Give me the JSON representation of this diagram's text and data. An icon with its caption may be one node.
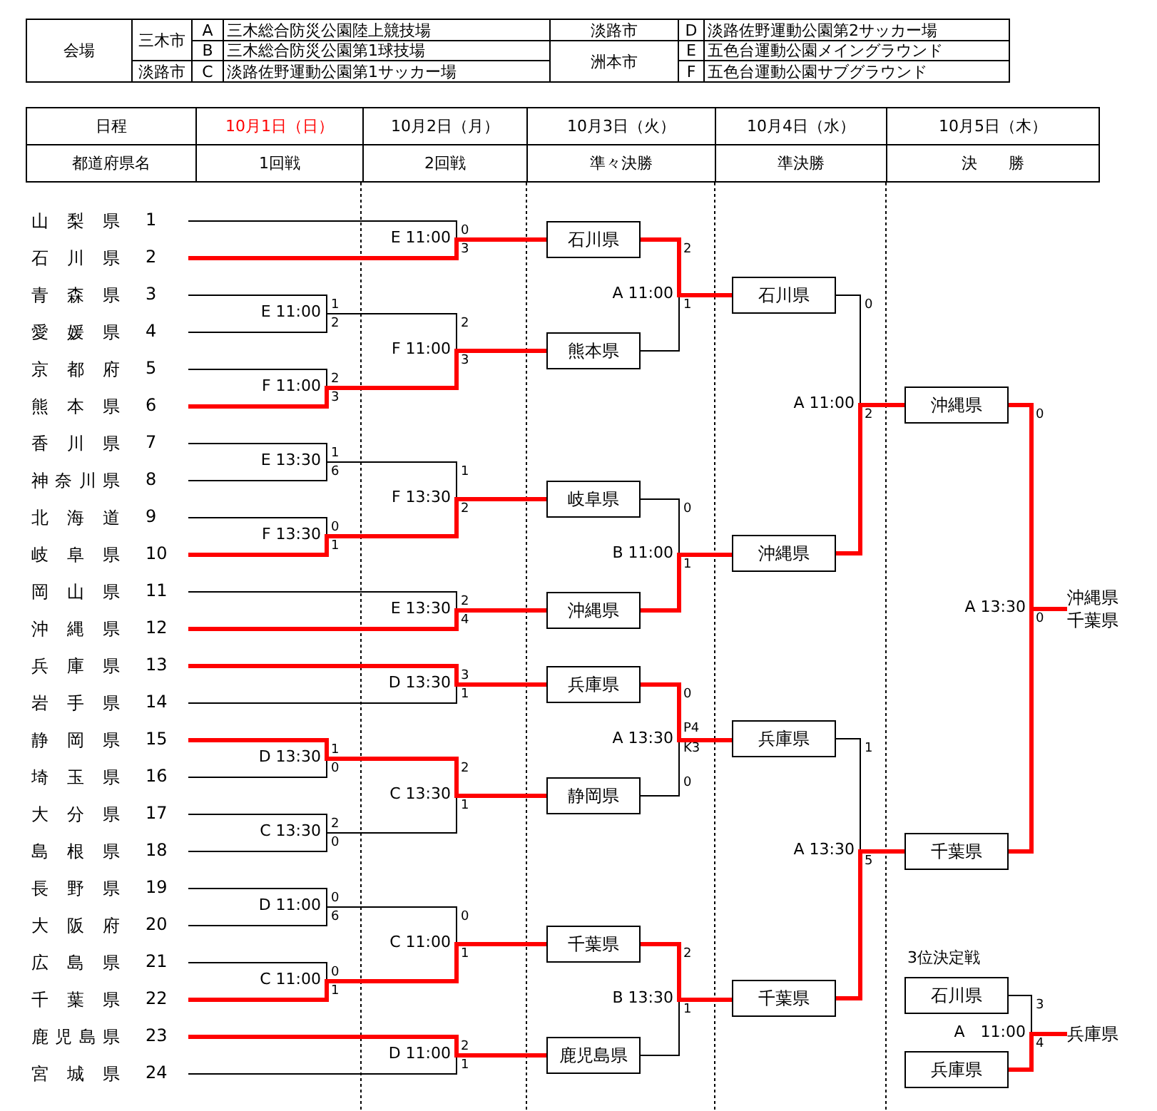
{
  "diagram": {
    "nodes": [
      {
        "text": [
          "山梨県",
          "1"
        ]
      },
      {
        "text": [
          "石川県",
          "2"
        ]
      },
      {
        "text": [
          "青森県",
          "3"
        ]
      },
      {
        "text": [
          "愛媛県",
          "4"
        ]
      },
      {
        "text": [
          "京都府",
          "5"
        ]
      },
      {
        "text": [
          "熊本県",
          "6"
        ]
      },
      {
        "text": [
          "香川県",
          "7"
        ]
      },
      {
        "text": [
          "神奈川県",
          "8"
        ]
      },
      {
        "text": [
          "北海道",
          "9"
        ]
      },
      {
        "text": [
          "岐阜県",
          "10"
        ]
      },
      {
        "text": [
          "岡山県",
          "11"
        ]
      },
      {
        "text": [
          "沖縄県",
          "12"
        ]
      },
      {
        "text": [
          "兵庫県",
          "13"
        ]
      },
      {
        "text": [
          "岩手県",
          "14"
        ]
      },
      {
        "text": [
          "静岡県",
          "15"
        ]
      },
      {
        "text": [
          "埼玉県",
          "16"
        ]
      },
      {
        "text": [
          "大分県",
          "17"
        ]
      },
      {
        "text": [
          "島根県",
          "18"
        ]
      },
      {
        "text": [
          "長野県",
          "19"
        ]
      },
      {
        "text": [
          "大阪府",
          "20"
        ]
      },
      {
        "text": [
          "広島県",
          "21"
        ]
      },
      {
        "text": [
          "千葉県",
          "22"
        ]
      },
      {
        "text": [
          "鹿児島県",
          "23"
        ]
      },
      {
        "text": [
          "宮城県",
          "24"
        ]
      },
      {
        "text": [
          "石川県"
        ]
      },
      {
        "text": [
          "熊本県"
        ]
      },
      {
        "text": [
          "岐阜県"
        ]
      },
      {
        "text": [
          "沖縄県"
        ]
      },
      {
        "text": [
          "兵庫県"
        ]
      },
      {
        "text": [
          "静岡県"
        ]
      },
      {
        "text": [
          "千葉県"
        ]
      },
      {
        "text": [
          "鹿児島県"
        ]
      },
      {
        "text": [
          "石川県"
        ]
      },
      {
        "text": [
          "沖縄県"
        ]
      },
      {
        "text": [
          "兵庫県"
        ]
      },
      {
        "text": [
          "千葉県"
        ]
      },
      {
        "text": [
          "沖縄県"
        ]
      },
      {
        "text": [
          "千葉県"
        ]
      },
      {
        "text": [
          "沖縄県",
          "千葉県"
        ]
      },
      {
        "text": [
          "石川県"
        ]
      },
      {
        "text": [
          "兵庫県"
        ]
      },
      {
        "text": [
          "兵庫県"
        ]
      }
    ],
    "edges": [
      {
        "from": 0,
        "to": 24,
        "arrow": "none"
      },
      {
        "from": 1,
        "to": 24,
        "arrow": "none",
        "style": "thick",
        "color": "#ff0000"
      },
      {
        "from": 2,
        "to": 25,
        "arrow": "none"
      },
      {
        "from": 3,
        "to": 25,
        "arrow": "none"
      },
      {
        "from": 4,
        "to": 25,
        "arrow": "none"
      },
      {
        "from": 5,
        "to": 25,
        "arrow": "none",
        "style": "thick",
        "color": "#ff0000"
      },
      {
        "from": 6,
        "to": 26,
        "arrow": "none"
      },
      {
        "from": 7,
        "to": 26,
        "arrow": "none"
      },
      {
        "from": 8,
        "to": 26,
        "arrow": "none"
      },
      {
        "from": 9,
        "to": 26,
        "arrow": "none",
        "style": "thick",
        "color": "#ff0000"
      },
      {
        "from": 10,
        "to": 27,
        "arrow": "none"
      },
      {
        "from": 11,
        "to": 27,
        "arrow": "none",
        "style": "thick",
        "color": "#ff0000"
      },
      {
        "from": 12,
        "to": 28,
        "arrow": "none",
        "style": "thick",
        "color": "#ff0000"
      },
      {
        "from": 13,
        "to": 28,
        "arrow": "none"
      },
      {
        "from": 14,
        "to": 29,
        "arrow": "none",
        "style": "thick",
        "color": "#ff0000"
      },
      {
        "from": 15,
        "to": 29,
        "arrow": "none"
      },
      {
        "from": 16,
        "to": 29,
        "arrow": "none"
      },
      {
        "from": 17,
        "to": 29,
        "arrow": "none"
      },
      {
        "from": 18,
        "to": 30,
        "arrow": "none"
      },
      {
        "from": 19,
        "to": 30,
        "arrow": "none"
      },
      {
        "from": 20,
        "to": 30,
        "arrow": "none"
      },
      {
        "from": 21,
        "to": 30,
        "arrow": "none",
        "style": "thick",
        "color": "#ff0000"
      },
      {
        "from": 22,
        "to": 31,
        "arrow": "none",
        "style": "thick",
        "color": "#ff0000"
      },
      {
        "from": 23,
        "to": 31,
        "arrow": "none"
      },
      {
        "from": 24,
        "to": 32,
        "arrow": "none",
        "style": "thick",
        "color": "#ff0000"
      },
      {
        "from": 25,
        "to": 32,
        "arrow": "none"
      },
      {
        "from": 26,
        "to": 33,
        "arrow": "none"
      },
      {
        "from": 27,
        "to": 33,
        "arrow": "none",
        "style": "thick",
        "color": "#ff0000"
      },
      {
        "from": 28,
        "to": 34,
        "arrow": "none",
        "style": "thick",
        "color": "#ff0000"
      },
      {
        "from": 29,
        "to": 34,
        "arrow": "none"
      },
      {
        "from": 30,
        "to": 35,
        "arrow": "none",
        "style": "thick",
        "color": "#ff0000"
      },
      {
        "from": 31,
        "to": 35,
        "arrow": "none"
      },
      {
        "from": 32,
        "to": 36,
        "arrow": "none"
      },
      {
        "from": 33,
        "to": 36,
        "arrow": "none",
        "style": "thick",
        "color": "#ff0000"
      },
      {
        "from": 34,
        "to": 37,
        "arrow": "none"
      },
      {
        "from": 35,
        "to": 37,
        "arrow": "none",
        "style": "thick",
        "color": "#ff0000"
      },
      {
        "from": 36,
        "to": 38,
        "arrow": "none",
        "style": "thick",
        "color": "#ff0000"
      },
      {
        "from": 37,
        "to": 38,
        "arrow": "none",
        "style": "thick",
        "color": "#ff0000"
      },
      {
        "from": 39,
        "to": 41,
        "arrow": "none"
      },
      {
        "from": 40,
        "to": 41,
        "arrow": "none",
        "style": "thick",
        "color": "#ff0000"
      }
    ],
    "labels": [
      "会場",
      "三木市",
      "A",
      "三木総合防災公園陸上競技場",
      "淡路市",
      "D",
      "淡路佐野運動公園第2サッカー場",
      "B",
      "三木総合防災公園第1球技場",
      "洲本市",
      "E",
      "五色台運動公園メイングラウンド",
      "淡路市",
      "C",
      "淡路佐野運動公園第1サッカー場",
      "F",
      "五色台運動公園サブグラウンド",
      "日程",
      "10月1日（日）",
      "10月2日（月）",
      "10月3日（火）",
      "10月4日（水）",
      "10月5日（木）",
      "都道府県名",
      "1回戦",
      "2回戦",
      "準々決勝",
      "準決勝",
      "決　　勝",
      "E 11:00",
      "1",
      "2",
      "F 11:00",
      "2",
      "3",
      "E 13:30",
      "1",
      "6",
      "F 13:30",
      "0",
      "1",
      "D 13:30",
      "1",
      "0",
      "C 13:30",
      "2",
      "0",
      "D 11:00",
      "0",
      "6",
      "C 11:00",
      "0",
      "1",
      "E 11:00",
      "0",
      "3",
      "F 11:00",
      "2",
      "3",
      "F 13:30",
      "1",
      "2",
      "E 13:30",
      "2",
      "4",
      "D 13:30",
      "3",
      "1",
      "C 13:30",
      "2",
      "1",
      "C 11:00",
      "0",
      "1",
      "D 11:00",
      "2",
      "1",
      "A 11:00",
      "2",
      "1",
      "B 11:00",
      "0",
      "1",
      "A 13:30",
      "0",
      "P4",
      "K3",
      "0",
      "B 13:30",
      "2",
      "1",
      "A 11:00",
      "0",
      "2",
      "A 13:30",
      "1",
      "5",
      "A 13:30",
      "0",
      "0",
      "A　11:00",
      "3",
      "4",
      "3位決定戦"
    ]
  }
}
